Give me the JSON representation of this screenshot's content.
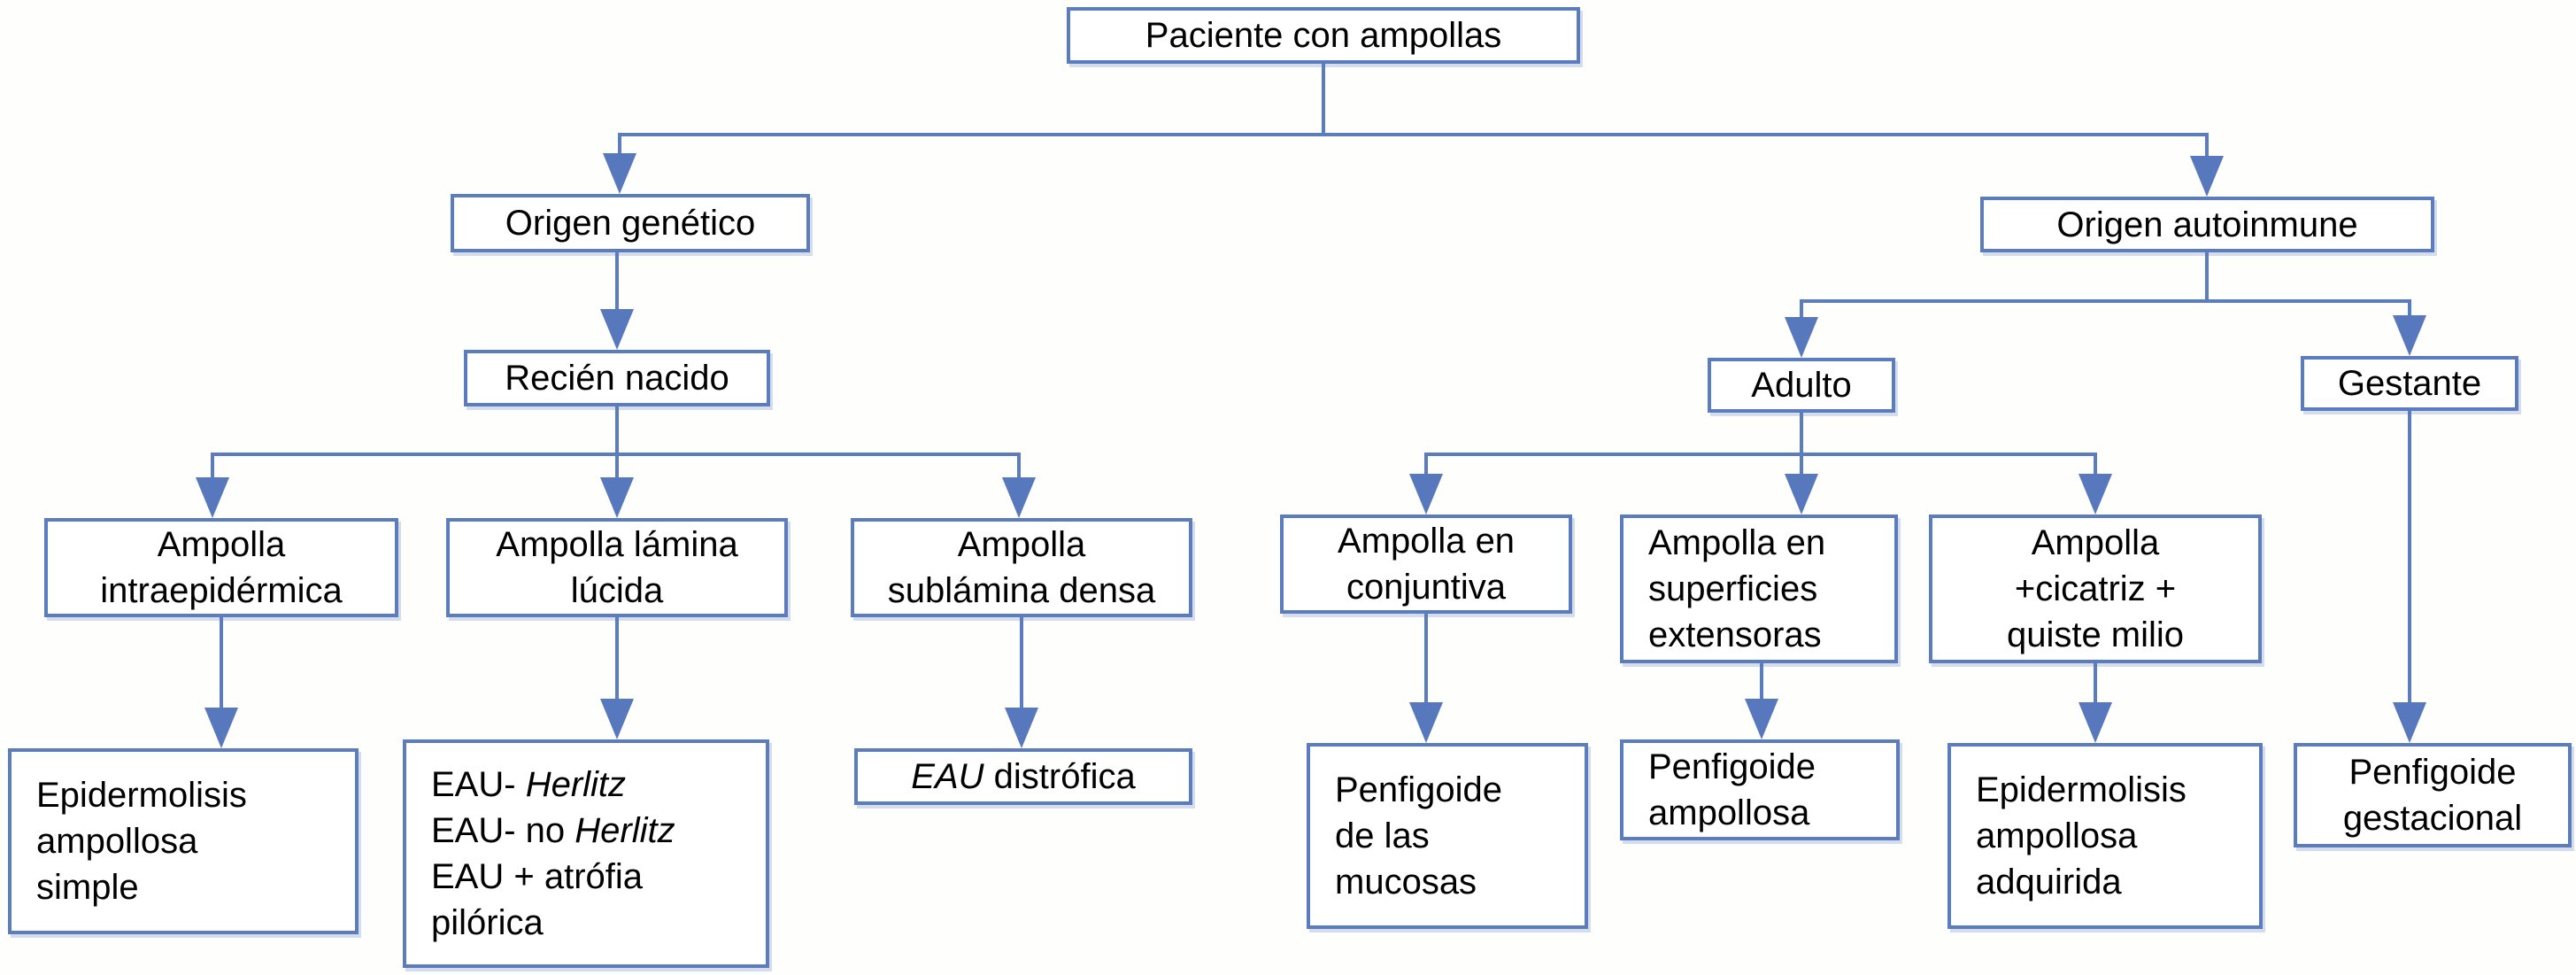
{
  "diagram_title": "Paciente con ampollas",
  "colors": {
    "accent": "#5b7cbe",
    "arrow": "#5878be",
    "background": "#fefefc",
    "box_fill": "#ffffff",
    "text": "#000000"
  },
  "nodes": {
    "paciente": {
      "label": "Paciente con ampollas"
    },
    "origen_genetico": {
      "label": "Origen genético"
    },
    "origen_autoinmune": {
      "label": "Origen autoinmune"
    },
    "recien_nacido": {
      "label": "Recién nacido"
    },
    "adulto": {
      "label": "Adulto"
    },
    "gestante": {
      "label": "Gestante"
    },
    "ampolla_intraepidermica": {
      "label": "Ampolla\nintraepidérmica"
    },
    "ampolla_lamina_lucida": {
      "label": "Ampolla lámina\nlúcida"
    },
    "ampolla_sublamina_densa": {
      "label": "Ampolla\nsublámina densa"
    },
    "ampolla_conjuntiva": {
      "label": "Ampolla en\nconjuntiva"
    },
    "ampolla_superficies": {
      "label": "Ampolla en\nsuperficies\nextensoras"
    },
    "ampolla_cicatriz": {
      "label": "Ampolla\n+cicatriz +\nquiste milio"
    },
    "epidermolisis_simple": {
      "label": "Epidermolisis\nampollosa\nsimple"
    },
    "eau_herlitz": {
      "lines": [
        {
          "pre": "EAU- ",
          "italic": "Herlitz"
        },
        {
          "pre": "EAU- no ",
          "italic": "Herlitz"
        },
        {
          "pre": "EAU + atrófia",
          "italic": ""
        },
        {
          "pre": "pilórica",
          "italic": ""
        }
      ]
    },
    "eau_distrofica": {
      "italic": "EAU",
      "rest": " distrófica"
    },
    "penfigoide_mucosas": {
      "label": "Penfigoide\nde las\nmucosas"
    },
    "penfigoide_ampollosa": {
      "label": "Penfigoide\nampollosa"
    },
    "epidermolisis_adquirida": {
      "label": "Epidermolisis\nampollosa\nadquirida"
    },
    "penfigoide_gestacional": {
      "label": "Penfigoide\ngestacional"
    }
  },
  "edges": [
    [
      "paciente",
      "origen_genetico"
    ],
    [
      "paciente",
      "origen_autoinmune"
    ],
    [
      "origen_genetico",
      "recien_nacido"
    ],
    [
      "recien_nacido",
      "ampolla_intraepidermica"
    ],
    [
      "recien_nacido",
      "ampolla_lamina_lucida"
    ],
    [
      "recien_nacido",
      "ampolla_sublamina_densa"
    ],
    [
      "ampolla_intraepidermica",
      "epidermolisis_simple"
    ],
    [
      "ampolla_lamina_lucida",
      "eau_herlitz"
    ],
    [
      "ampolla_sublamina_densa",
      "eau_distrofica"
    ],
    [
      "origen_autoinmune",
      "adulto"
    ],
    [
      "origen_autoinmune",
      "gestante"
    ],
    [
      "adulto",
      "ampolla_conjuntiva"
    ],
    [
      "adulto",
      "ampolla_superficies"
    ],
    [
      "adulto",
      "ampolla_cicatriz"
    ],
    [
      "ampolla_conjuntiva",
      "penfigoide_mucosas"
    ],
    [
      "ampolla_superficies",
      "penfigoide_ampollosa"
    ],
    [
      "ampolla_cicatriz",
      "epidermolisis_adquirida"
    ],
    [
      "gestante",
      "penfigoide_gestacional"
    ]
  ]
}
